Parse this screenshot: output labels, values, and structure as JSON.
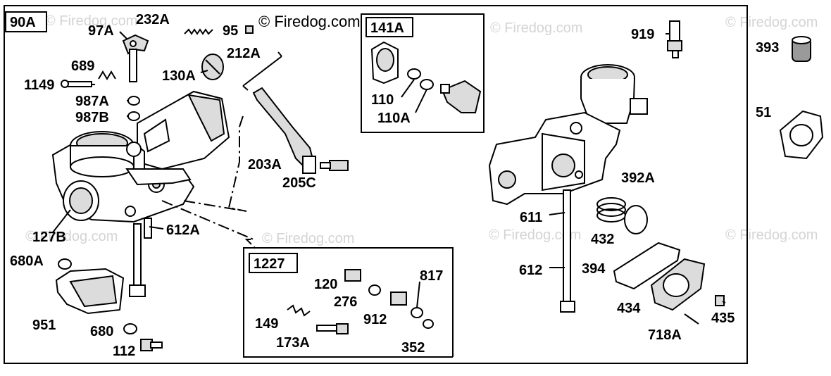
{
  "watermark": "© Firedog.com",
  "copyright": "© Firedog.com",
  "boxes": {
    "main": "90A",
    "sub141": "141A",
    "sub1227": "1227"
  },
  "labels": {
    "l97A": "97A",
    "l232A": "232A",
    "l95": "95",
    "l212A": "212A",
    "l689": "689",
    "l1149": "1149",
    "l130A": "130A",
    "l987A": "987A",
    "l987B": "987B",
    "l203A": "203A",
    "l205C": "205C",
    "l127B": "127B",
    "l612A": "612A",
    "l680A": "680A",
    "l951": "951",
    "l680": "680",
    "l112": "112",
    "l110": "110",
    "l110A": "110A",
    "l120": "120",
    "l276": "276",
    "l912": "912",
    "l817": "817",
    "l149": "149",
    "l173A": "173A",
    "l352": "352",
    "l919": "919",
    "l393": "393",
    "l51": "51",
    "l392A": "392A",
    "l611": "611",
    "l432": "432",
    "l612": "612",
    "l394": "394",
    "l434": "434",
    "l435": "435",
    "l718A": "718A"
  }
}
